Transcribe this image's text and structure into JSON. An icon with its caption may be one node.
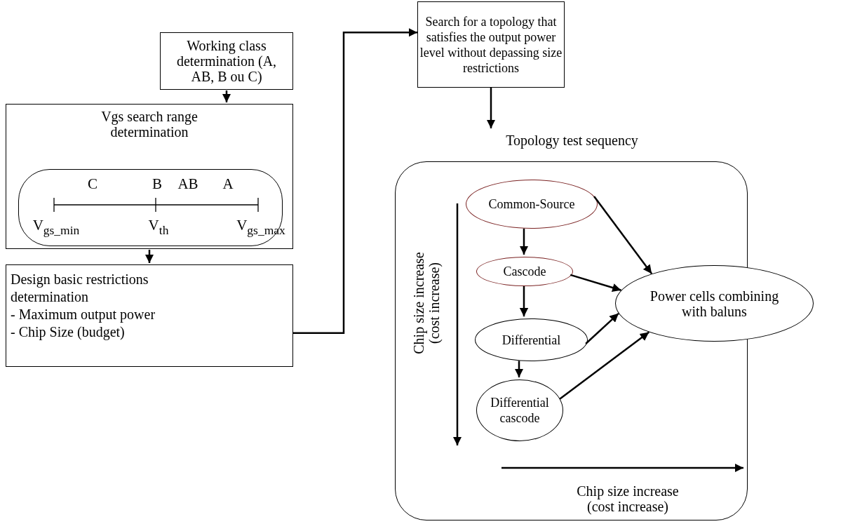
{
  "diagram": {
    "nodes": [
      {
        "text": [
          "Working class determination (A, AB, B ou C)"
        ]
      },
      {
        "text": [
          "Vgs search range determination"
        ]
      },
      {
        "text": [
          "C",
          "B",
          "AB",
          "A",
          "V$_{gs_min}$",
          "V$_{th}$",
          "V$_{gs_max}$"
        ],
        "in": 1
      },
      {
        "text": [
          "Design basic restrictions determination",
          "- Maximum output power",
          "- Chip Size (budget)"
        ]
      },
      {
        "text": [
          "Search for a topology that satisfies the output power level without depassing size restrictions"
        ]
      },
      {
        "text": [
          "Topology test sequency"
        ]
      },
      {
        "text": [
          "Common-Source"
        ],
        "in": 5
      },
      {
        "text": [
          "Cascode"
        ],
        "in": 5
      },
      {
        "text": [
          "Differential"
        ],
        "in": 5
      },
      {
        "text": [
          "Differential cascode"
        ],
        "in": 5
      },
      {
        "text": [
          "Power cells combining with baluns"
        ]
      }
    ],
    "edges": [
      {
        "from": 0,
        "to": 1,
        "arrow": "to"
      },
      {
        "from": 1,
        "to": 3,
        "arrow": "to"
      },
      {
        "from": 3,
        "to": 4,
        "arrow": "to"
      },
      {
        "from": 4,
        "to": 5,
        "arrow": "to"
      },
      {
        "from": 6,
        "to": 7,
        "arrow": "to"
      },
      {
        "from": 7,
        "to": 8,
        "arrow": "to"
      },
      {
        "from": 8,
        "to": 9,
        "arrow": "to"
      },
      {
        "from": 6,
        "to": 10,
        "arrow": "to"
      },
      {
        "from": 7,
        "to": 10,
        "arrow": "to"
      },
      {
        "from": 8,
        "to": 10,
        "arrow": "to"
      },
      {
        "from": 9,
        "to": 10,
        "arrow": "to"
      }
    ],
    "labels": [
      "Chip size increase (cost increase)",
      "Chip size increase (cost increase)"
    ]
  }
}
